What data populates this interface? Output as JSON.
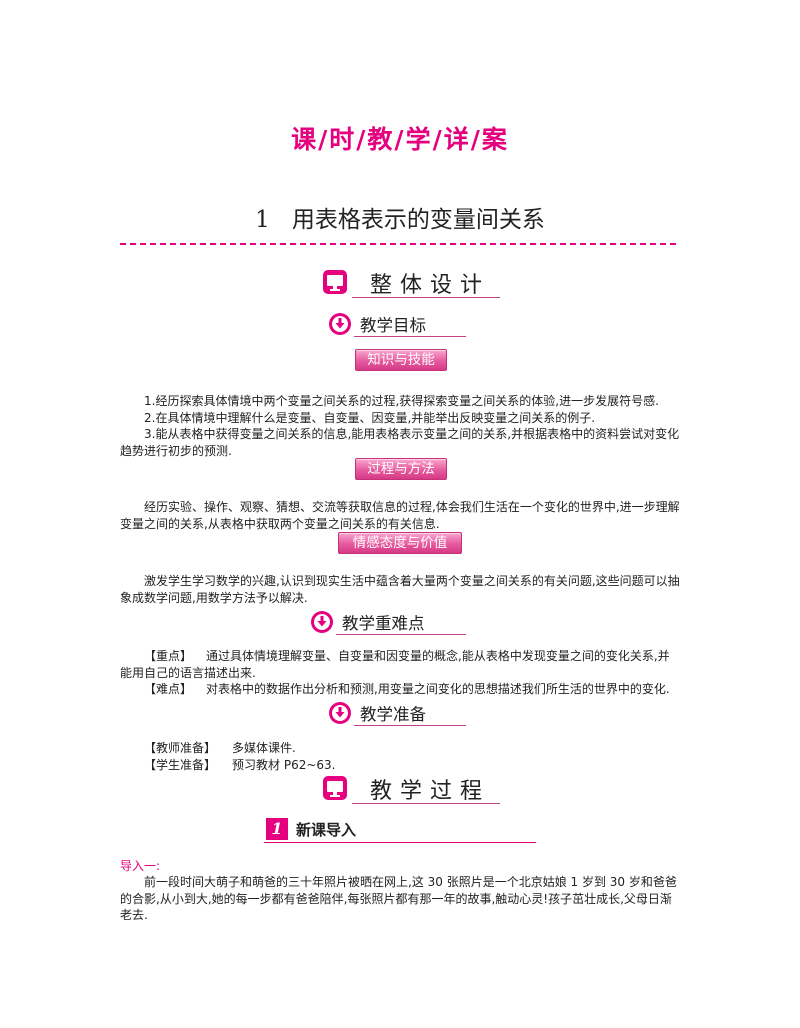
{
  "top_banner": "课/时/教/学/详/案",
  "lesson": {
    "number": "1",
    "title": "用表格表示的变量间关系"
  },
  "section_overall": "整体设计",
  "objectives": {
    "title": "教学目标",
    "knowledge": {
      "label": "知识与技能",
      "items": [
        "1.经历探索具体情境中两个变量之间关系的过程,获得探索变量之间关系的体验,进一步发展符号感.",
        "2.在具体情境中理解什么是变量、自变量、因变量,并能举出反映变量之间关系的例子.",
        "3.能从表格中获得变量之间关系的信息,能用表格表示变量之间的关系,并根据表格中的资料尝试对变化趋势进行初步的预测."
      ]
    },
    "process": {
      "label": "过程与方法",
      "text": "经历实验、操作、观察、猜想、交流等获取信息的过程,体会我们生活在一个变化的世界中,进一步理解变量之间的关系,从表格中获取两个变量之间关系的有关信息."
    },
    "emotion": {
      "label": "情感态度与价值观",
      "text": "激发学生学习数学的兴趣,认识到现实生活中蕴含着大量两个变量之间关系的有关问题,这些问题可以抽象成数学问题,用数学方法予以解决."
    }
  },
  "key_points": {
    "title": "教学重难点",
    "focus_tag": "【重点】",
    "focus_text": "通过具体情境理解变量、自变量和因变量的概念,能从表格中发现变量之间的变化关系,并能用自己的语言描述出来.",
    "difficulty_tag": "【难点】",
    "difficulty_text": "对表格中的数据作出分析和预测,用变量之间变化的思想描述我们所生活的世界中的变化."
  },
  "preparation": {
    "title": "教学准备",
    "teacher_tag": "【教师准备】",
    "teacher_text": "多媒体课件.",
    "student_tag": "【学生准备】",
    "student_text": "预习教材 P62~63."
  },
  "section_process": "教学过程",
  "new_lesson": {
    "badge": "1",
    "title": "新课导入"
  },
  "intro": {
    "label": "导入一:",
    "text": "前一段时间大萌子和萌爸的三十年照片被晒在网上,这 30 张照片是一个北京姑娘 1 岁到 30 岁和爸爸的合影,从小到大,她的每一步都有爸爸陪伴,每张照片都有那一年的故事,触动心灵!孩子茁壮成长,父母日渐老去."
  },
  "colors": {
    "accent": "#e4007f",
    "pill": "#e65a9e",
    "rule": "#c4408a"
  },
  "icons": [
    "monitor-icon",
    "down-arrow-circle-icon"
  ]
}
